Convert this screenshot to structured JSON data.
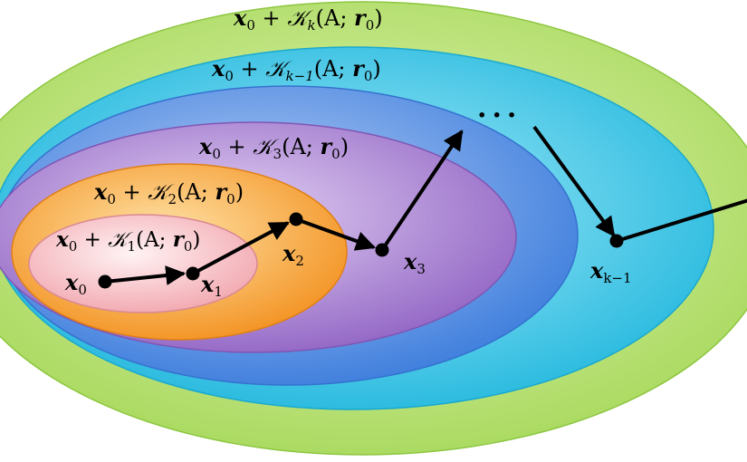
{
  "subspaces": [
    {
      "id": "k",
      "index": "k"
    },
    {
      "id": "km1",
      "index": "k−1"
    },
    {
      "id": "3",
      "index": "3"
    },
    {
      "id": "2",
      "index": "2"
    },
    {
      "id": "1",
      "index": "1"
    }
  ],
  "label_parts": {
    "x": "x",
    "zero": "0",
    "plus": " + ",
    "krylov": "𝒦",
    "open": "(A; ",
    "r": "r",
    "close": ")"
  },
  "iterates": [
    {
      "id": "x0",
      "name": "x",
      "sub": "0"
    },
    {
      "id": "x1",
      "name": "x",
      "sub": "1"
    },
    {
      "id": "x2",
      "name": "x",
      "sub": "2"
    },
    {
      "id": "x3",
      "name": "x",
      "sub": "3"
    },
    {
      "id": "xkm1",
      "name": "x",
      "sub": "k−1"
    }
  ],
  "ellipsis": "···",
  "colors": {
    "k": "#b9e27a",
    "km1": "#3fc3e4",
    "3_outer": "#5a8fe0",
    "3": "#a77fd2",
    "2": "#f6a23c",
    "1": "#f7c3c8"
  }
}
